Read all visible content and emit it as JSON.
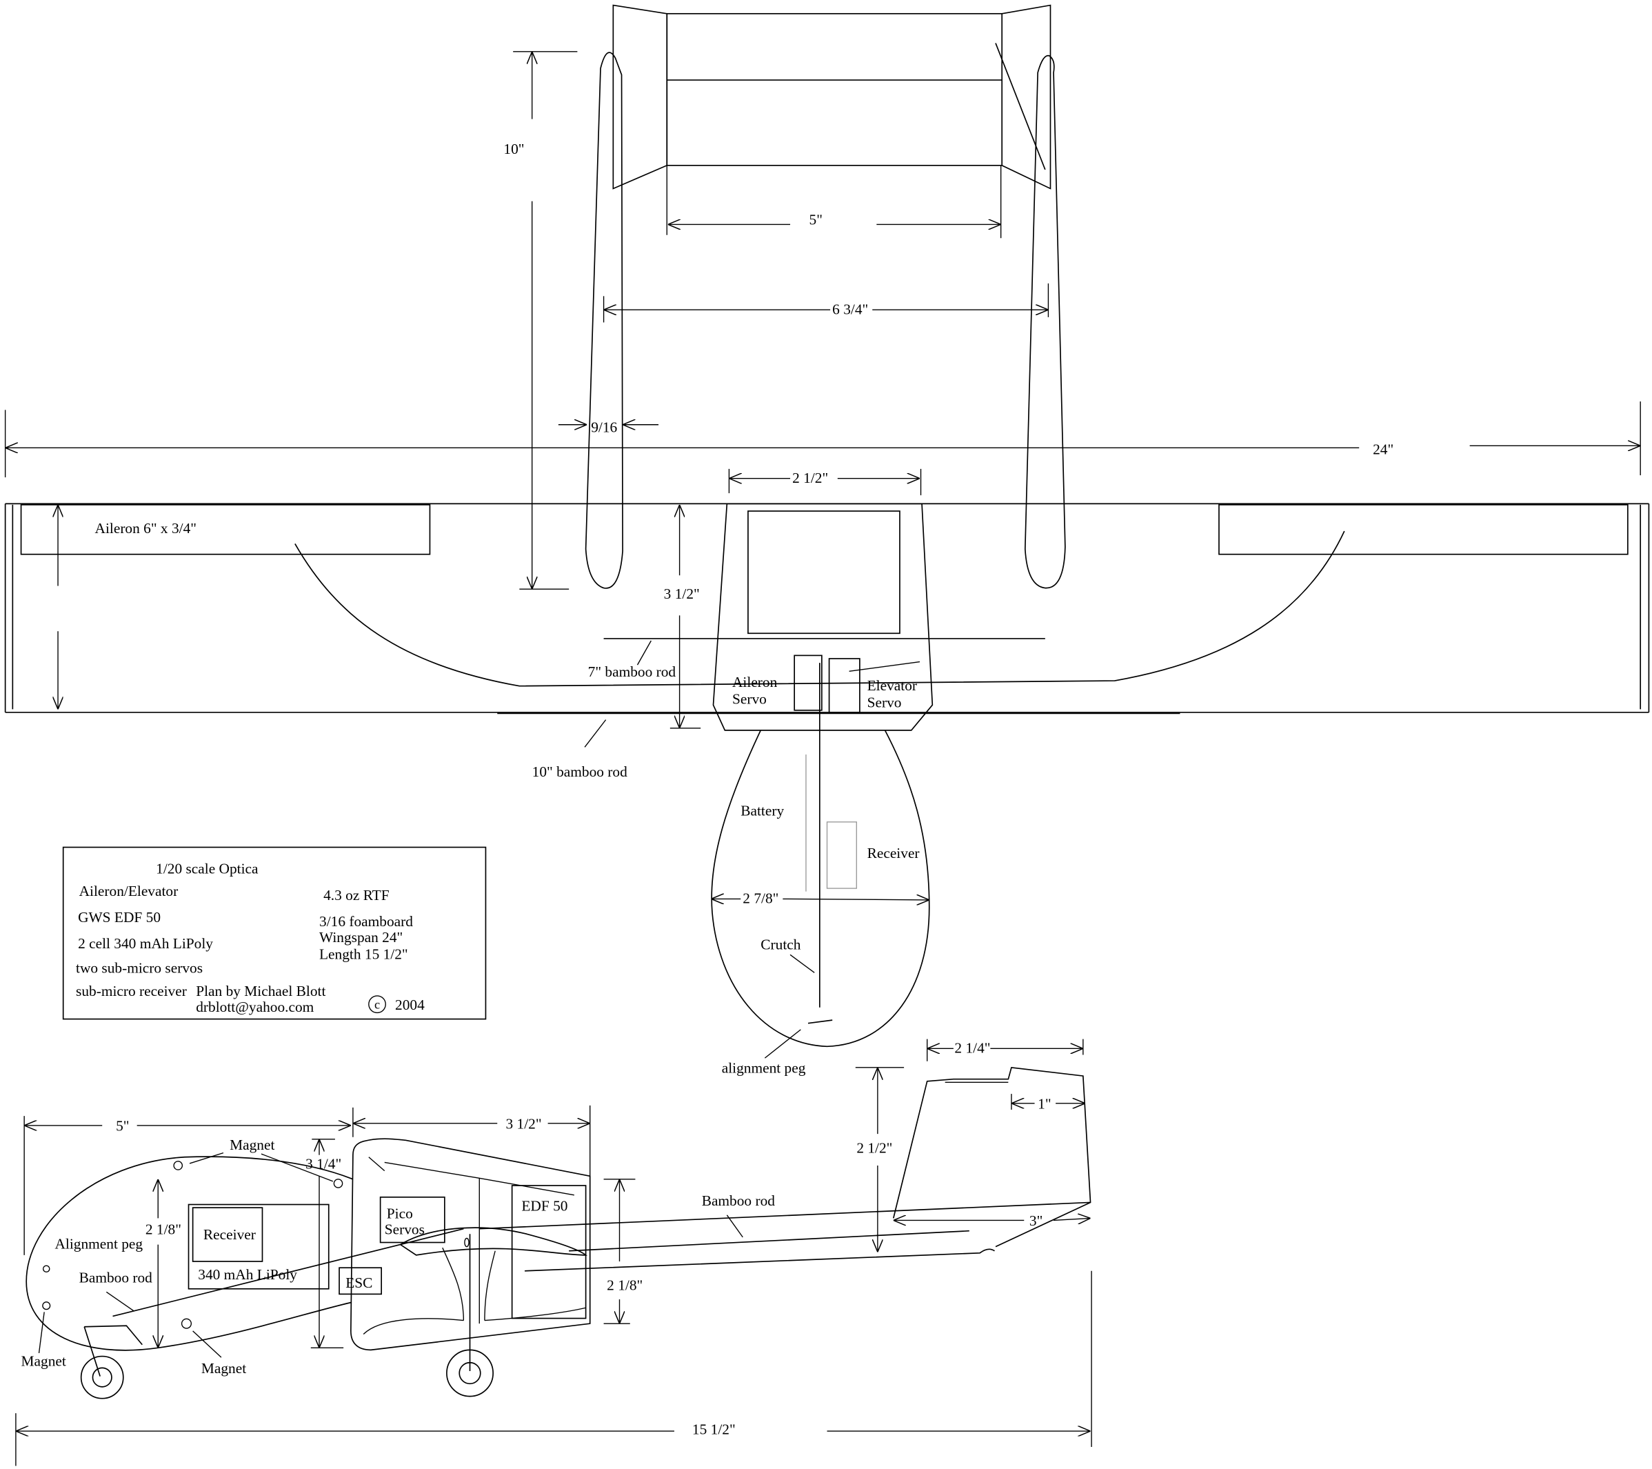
{
  "top_view": {
    "dim_boom_length": "10\"",
    "dim_elevator_span": "5\"",
    "dim_tail_span": "6 3/4\"",
    "dim_boom_width": "9/16",
    "dim_wingspan": "24\"",
    "dim_pod_width": "2 1/2\"",
    "aileron_label": "Aileron 6\" x 3/4\"",
    "dim_pod_length": "3 1/2\"",
    "rod_7_label": "7\" bamboo rod",
    "aileron_servo": [
      "Aileron",
      "Servo"
    ],
    "elevator_servo": [
      "Elevator",
      "Servo"
    ],
    "rod_10_label": "10\" bamboo rod",
    "battery_label": "Battery",
    "receiver_label": "Receiver",
    "dim_pod_max_width": "2 7/8\"",
    "crutch_label": "Crutch",
    "alignment_peg_label": "alignment peg"
  },
  "info_box": {
    "title": "1/20 scale Optica",
    "controls": "Aileron/Elevator",
    "motor": "GWS EDF 50",
    "battery": "2 cell 340 mAh LiPoly",
    "servos": "two sub-micro servos",
    "receiver": "sub-micro receiver",
    "weight": "4.3 oz RTF",
    "material": "3/16 foamboard",
    "wingspan": "Wingspan 24\"",
    "length": "Length 15 1/2\"",
    "author": "Plan by Michael Blott",
    "email": "drblott@yahoo.com",
    "copyright_symbol": "c",
    "year": "2004"
  },
  "side_view": {
    "dim_nose_length": "5\"",
    "dim_fuselage_length": "3 1/2\"",
    "magnet_top": "Magnet",
    "dim_fuselage_height": "3 1/4\"",
    "dim_pod_height": "2 1/8\"",
    "receiver_label": "Receiver",
    "battery_label": "340 mAh LiPoly",
    "alignment_peg_label": "Alignment peg",
    "nose_rod_label": "Bamboo rod",
    "magnet_nose": "Magnet",
    "magnet_bottom": "Magnet",
    "servos_label": [
      "Pico",
      "Servos"
    ],
    "esc_label": "ESC",
    "edf_label": "EDF 50",
    "dim_rear_height": "2 1/8\"",
    "tail_rod_label": "Bamboo rod",
    "dim_fin_chord": "2 1/4\"",
    "dim_rudder_chord": "1\"",
    "dim_fin_height": "2 1/2\"",
    "dim_stab_chord": "3\"",
    "dim_total_length": "15 1/2\""
  }
}
